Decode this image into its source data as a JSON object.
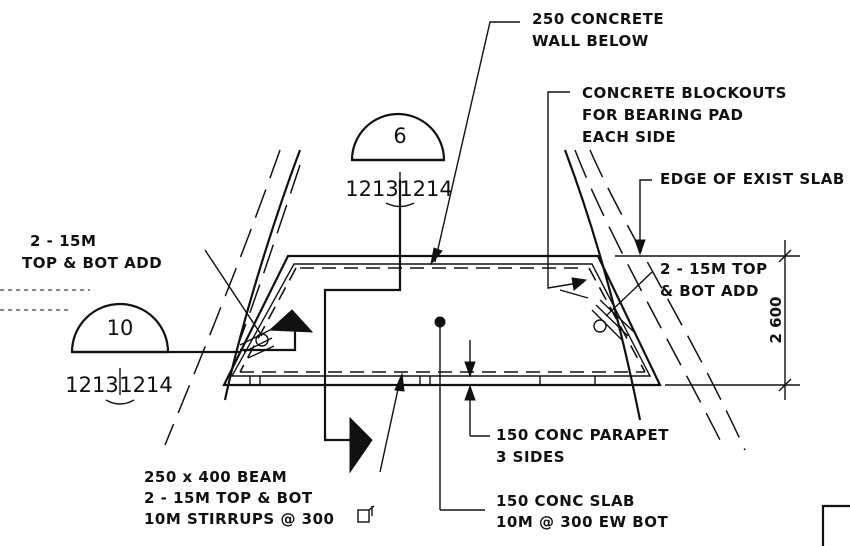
{
  "labels": {
    "wall_below": [
      "250 CONCRETE",
      "WALL BELOW"
    ],
    "blockouts": [
      "CONCRETE BLOCKOUTS",
      "FOR BEARING PAD",
      "EACH SIDE"
    ],
    "edge_slab": "EDGE OF EXIST SLAB",
    "rebar_left": [
      "2 - 15M",
      "TOP & BOT ADD"
    ],
    "rebar_right": [
      "2 - 15M TOP",
      "& BOT ADD"
    ],
    "dimension": "2 600",
    "parapet": [
      "150 CONC PARAPET",
      "3 SIDES"
    ],
    "beam": [
      "250 x 400 BEAM",
      "2 - 15M TOP & BOT",
      "10M STIRRUPS @ 300"
    ],
    "slab": [
      "150 CONC SLAB",
      "10M  @  300 EW BOT"
    ]
  },
  "section_marks": {
    "left": {
      "number": "10",
      "sheet_a": "1213",
      "sheet_b": "1214"
    },
    "top": {
      "number": "6",
      "sheet_a": "1213",
      "sheet_b": "1214"
    }
  },
  "icons": {
    "stirrup_symbol": "stirrup-icon",
    "section_arrow": "section-cut-arrow-icon"
  }
}
